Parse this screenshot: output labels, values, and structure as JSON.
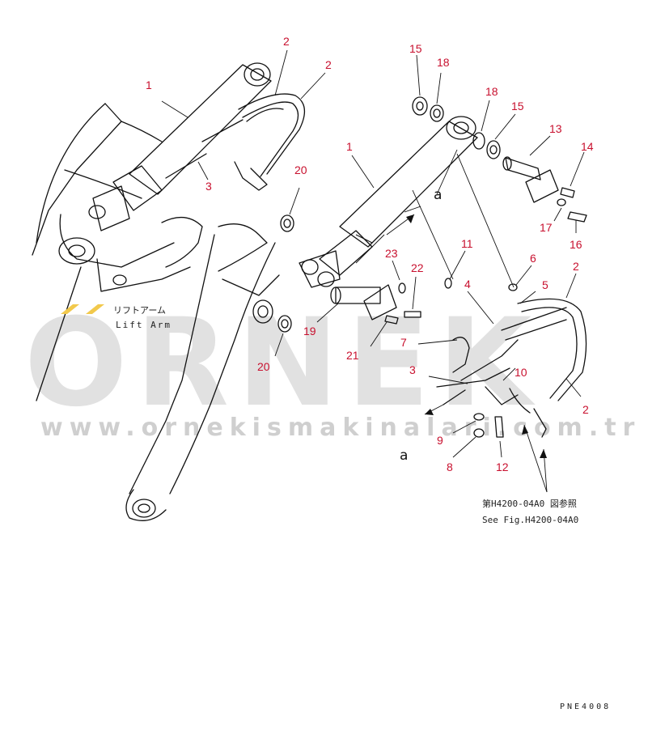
{
  "diagram": {
    "callouts": {
      "c1a": "1",
      "c2a": "2",
      "c2b": "2",
      "c3a": "3",
      "c20a": "20",
      "c15a": "15",
      "c18a": "18",
      "c18b": "18",
      "c15b": "15",
      "c13": "13",
      "c14": "14",
      "c1b": "1",
      "c17": "17",
      "c16": "16",
      "c11": "11",
      "c6": "6",
      "c2c": "2",
      "c23": "23",
      "c22": "22",
      "c4": "4",
      "c5": "5",
      "c19": "19",
      "c7": "7",
      "c21": "21",
      "c3b": "3",
      "c10": "10",
      "c2d": "2",
      "c20b": "20",
      "c9": "9",
      "c8": "8",
      "c12": "12"
    },
    "ref_a_top": "a",
    "ref_a_bottom": "a",
    "lift_arm_jp": "リフトアーム",
    "lift_arm_en": "Lift Arm",
    "see_fig_jp": "第H4200-04A0 図参照",
    "see_fig_en": "See Fig.H4200-04A0",
    "drawing_code": "PNE4008"
  },
  "watermark": {
    "brand": "ORNEK",
    "url": "www.ornekismakinalari.com.tr",
    "accent_color": "#f2c94c"
  }
}
